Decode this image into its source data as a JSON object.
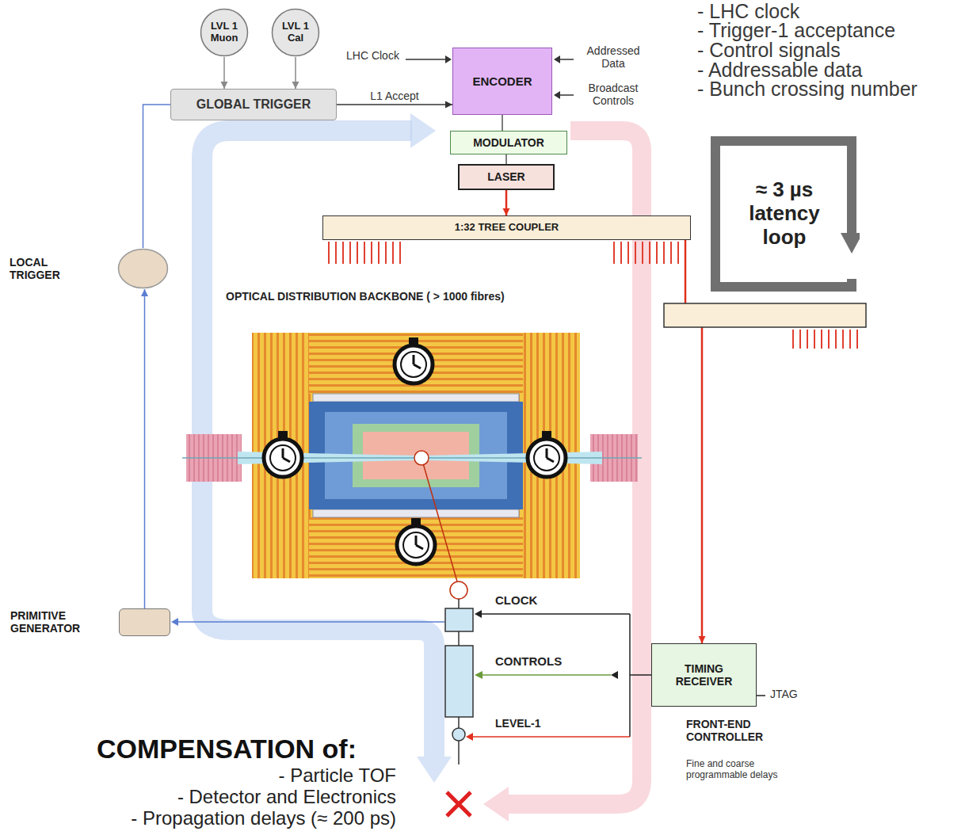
{
  "diagram": {
    "nodes": [
      {
        "text": [
          "LVL 1 Muon"
        ]
      },
      {
        "text": [
          "LVL 1 Cal"
        ]
      },
      {
        "text": [
          "GLOBAL TRIGGER"
        ]
      },
      {
        "text": [
          "ENCODER"
        ]
      },
      {
        "text": [
          "MODULATOR"
        ]
      },
      {
        "text": [
          "LASER"
        ]
      },
      {
        "text": [
          "1:32 TREE COUPLER"
        ]
      },
      {
        "text": [
          "≈ 3 µs latency loop"
        ]
      },
      {
        "text": [
          "LOCAL TRIGGER"
        ]
      },
      {
        "text": [
          "TIMING RECEIVER"
        ]
      },
      {
        "text": [
          "PRIMITIVE GENERATOR"
        ]
      }
    ],
    "edges": [
      {
        "from": 0,
        "to": 2,
        "arrow": "to"
      },
      {
        "from": 1,
        "to": 2,
        "arrow": "to"
      },
      {
        "from": 2,
        "to": 3,
        "label": "L1 Accept",
        "arrow": "to"
      },
      {
        "from": 3,
        "to": 4,
        "arrow": "none"
      },
      {
        "from": 4,
        "to": 5,
        "arrow": "none"
      },
      {
        "from": 5,
        "to": 6,
        "arrow": "to"
      },
      {
        "from": 6,
        "to": 9,
        "arrow": "to"
      },
      {
        "from": 10,
        "to": 8,
        "arrow": "to"
      },
      {
        "from": 8,
        "to": 2,
        "arrow": "none"
      }
    ],
    "labels": [
      "- LHC clock",
      "- Trigger-1 acceptance",
      "- Control signals",
      "- Addressable data",
      "- Bunch crossing number",
      "LHC Clock",
      "Addressed Data",
      "Broadcast Controls",
      "OPTICAL DISTRIBUTION BACKBONE ( > 1000 fibres)",
      "CLOCK",
      "CONTROLS",
      "LEVEL-1",
      "JTAG",
      "FRONT-END CONTROLLER",
      "Fine and coarse programmable delays",
      "COMPENSATION of:",
      "- Particle TOF",
      "- Detector and Electronics",
      "- Propagation delays (≈ 200 ps)"
    ]
  }
}
